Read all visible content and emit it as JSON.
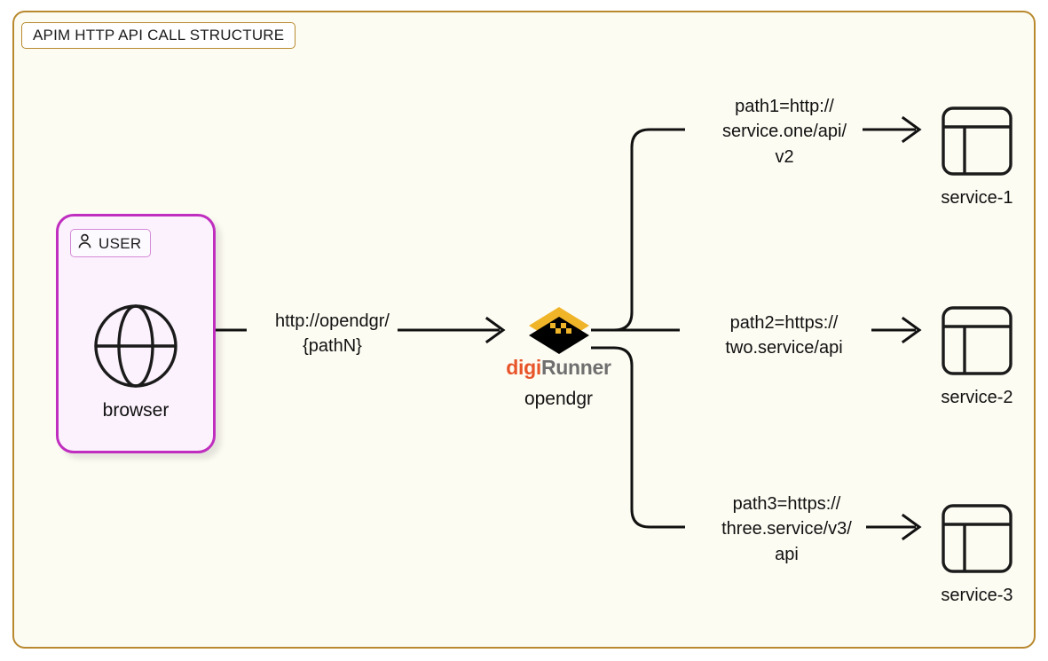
{
  "frame": {
    "title": "APIM HTTP API CALL STRUCTURE",
    "background_color": "#fdfcf3",
    "border_color": "#b8892f"
  },
  "user": {
    "badge_label": "USER",
    "badge_icon": "person-icon",
    "node_icon": "globe-icon",
    "node_caption": "browser",
    "border_color": "#c02ec0",
    "fill_color": "#fcf2fd"
  },
  "gateway": {
    "logo_icon": "digirunner-logo-icon",
    "wordmark_primary": "digi",
    "wordmark_secondary": "Runner",
    "caption": "opendgr",
    "primary_color": "#e8552a",
    "secondary_color": "#6f6f6f",
    "logo_top_color": "#f0b429",
    "logo_bottom_color": "#000000"
  },
  "edges": {
    "main": {
      "label": "http://opendgr/\n{pathN}",
      "from": "browser",
      "to": "opendgr"
    },
    "branches": [
      {
        "label": "path1=http://\nservice.one/api/\nv2",
        "from": "opendgr",
        "to": "service-1"
      },
      {
        "label": "path2=https://\ntwo.service/api",
        "from": "opendgr",
        "to": "service-2"
      },
      {
        "label": "path3=https://\nthree.service/v3/\napi",
        "from": "opendgr",
        "to": "service-3"
      }
    ]
  },
  "services": [
    {
      "icon": "service-layout-icon",
      "caption": "service-1"
    },
    {
      "icon": "service-layout-icon",
      "caption": "service-2"
    },
    {
      "icon": "service-layout-icon",
      "caption": "service-3"
    }
  ]
}
